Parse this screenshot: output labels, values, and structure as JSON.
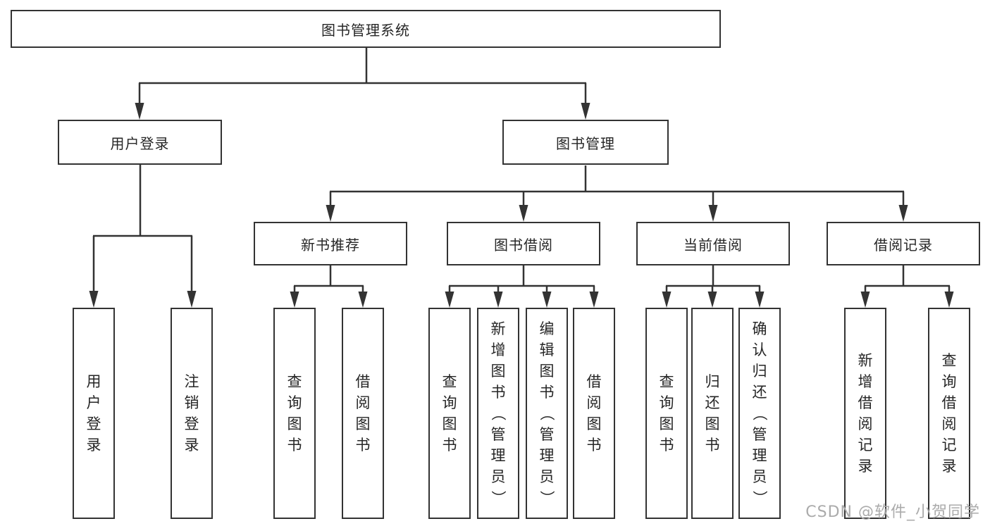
{
  "tree": {
    "label": "图书管理系统",
    "children": [
      {
        "label": "用户登录",
        "children": [
          {
            "label": "用户登录"
          },
          {
            "label": "注销登录"
          }
        ]
      },
      {
        "label": "图书管理",
        "children": [
          {
            "label": "新书推荐",
            "children": [
              {
                "label": "查询图书"
              },
              {
                "label": "借阅图书"
              }
            ]
          },
          {
            "label": "图书借阅",
            "children": [
              {
                "label": "查询图书"
              },
              {
                "label": "新增图书（管理员）"
              },
              {
                "label": "编辑图书（管理员）"
              },
              {
                "label": "借阅图书"
              }
            ]
          },
          {
            "label": "当前借阅",
            "children": [
              {
                "label": "查询图书"
              },
              {
                "label": "归还图书"
              },
              {
                "label": "确认归还（管理员）"
              }
            ]
          },
          {
            "label": "借阅记录",
            "children": [
              {
                "label": "新增借阅记录"
              },
              {
                "label": "查询借阅记录"
              }
            ]
          }
        ]
      }
    ]
  },
  "watermark": "CSDN @软件_小贺同学",
  "colors": {
    "line": "#333333",
    "text": "#262626",
    "watermark": "#ababab",
    "bg": "#ffffff"
  }
}
